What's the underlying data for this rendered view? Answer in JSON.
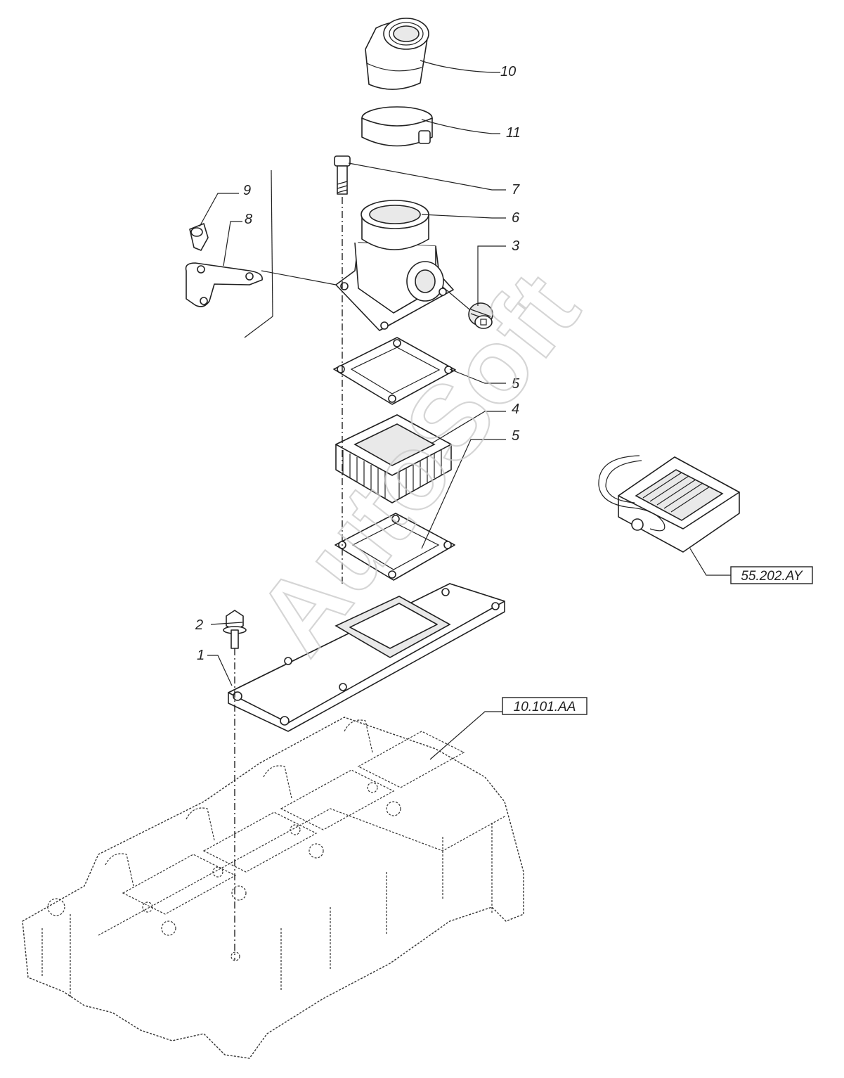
{
  "callouts": {
    "c1": "1",
    "c2": "2",
    "c3": "3",
    "c4": "4",
    "c5a": "5",
    "c5b": "5",
    "c6": "6",
    "c7": "7",
    "c8": "8",
    "c9": "9",
    "c10": "10",
    "c11": "11"
  },
  "references": {
    "heater_module": "55.202.AY",
    "cylinder_head": "10.101.AA"
  },
  "watermark": "AutoSoft"
}
